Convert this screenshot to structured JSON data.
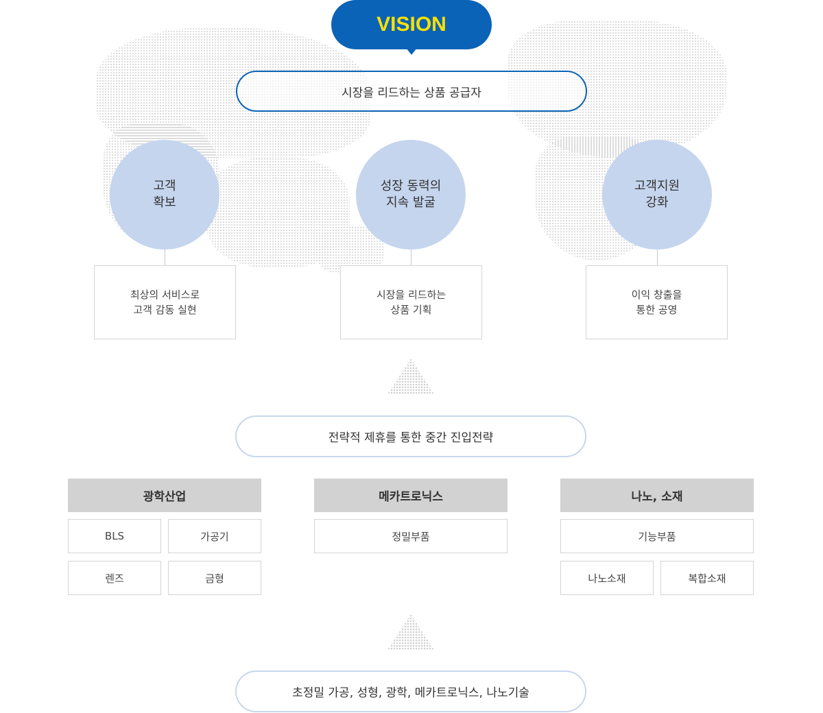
{
  "vision": {
    "label": "VISION",
    "statement": "시장을 리드하는 상품 공급자"
  },
  "pillars": [
    {
      "title": "고객\n확보",
      "desc": "최상의 서비스로\n고객 감동 실현"
    },
    {
      "title": "성장 동력의\n지속 발굴",
      "desc": "시장을 리드하는\n상품 기획"
    },
    {
      "title": "고객지원\n강화",
      "desc": "이익 창출을\n통한 공영"
    }
  ],
  "strategy": "전략적 제휴를 통한 중간 진입전략",
  "groups": [
    {
      "title": "광학산업",
      "items": [
        "BLS",
        "가공기",
        "렌즈",
        "금형"
      ]
    },
    {
      "title": "메카트로닉스",
      "items": [
        "정밀부품"
      ]
    },
    {
      "title": "나노, 소재",
      "items": [
        "기능부품",
        "나노소재",
        "복합소재"
      ]
    }
  ],
  "foundation": "초정밀 가공, 성형, 광학, 메카트로닉스, 나노기술",
  "colors": {
    "brand": "#0a63b6",
    "vision_text": "#ffe000",
    "circle": "#c5d5ee",
    "header": "#d2d2d2"
  }
}
